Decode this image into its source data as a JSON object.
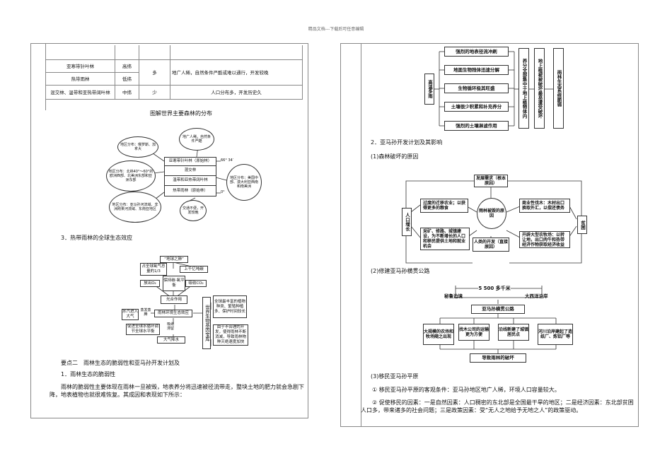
{
  "header": "精品文档---下载后可任意编辑",
  "left": {
    "table_rows": [
      [
        "亚寒带针叶林",
        "高纬",
        "多",
        "地广人稀，自然条件严酷或难以通行，开发较晚"
      ],
      [
        "热带雨林",
        "低纬",
        "",
        ""
      ],
      [
        "混交林、温带和亚热带阔叶林",
        "中纬",
        "少",
        "人口分布多，开发历史久"
      ]
    ],
    "diagram1_title": "图解世界主要森林的分布",
    "d1": {
      "oval_top_left": "地区分布：俄罗斯、加拿大",
      "oval_top_right": "地广人稀，自然条件严酷",
      "oval_left": "地区分布：北纬40°～60°的欧洲西部、北美洲东部和亚洲东部",
      "oval_bottom_left": "地区分布：亚马孙河流域、非洲刚果河流域、东南亚地区",
      "oval_bottom_mid": "交通不便，开发较晚",
      "oval_right": "地区分布：美国中部、澳大利亚西南和南美洲",
      "rows": [
        "亚寒带针叶林（原始林）",
        "混交林",
        "温带和亚热带阔叶林",
        "热带雨林（原始林）"
      ],
      "lat_top": "66° 34′",
      "lat_bottom": "0°"
    },
    "section3": "3．热带雨林的全球生态效应",
    "d2": {
      "lung": "“地球之肺”",
      "oxygen": "占全球氧气总量的1/3",
      "tons": "上千亿吨碳",
      "balance": "保持碳-氧平衡",
      "release": "放出O₂",
      "absorb": "吸收CO₂",
      "photo": "光合作用",
      "vapor": "水汽进入大气",
      "evap": "蒸发蒸腾",
      "cycle": "雨林环境生态效应",
      "species": "全球最丰富的植物种类、繁殖种植多、保护时间较长",
      "water": "促进全球水循环调节全球水平衡",
      "absorb2": "吸纳滞留",
      "rain": "大气降水",
      "gene": "世界生物基因宝库",
      "danger": "由于不合理的开发，使得雨林不断消减，导致雨林物种灭绝速度加快"
    },
    "point2": "要点二　雨林生态的脆弱性和亚马孙开发计划及",
    "sub1": "1．雨林生态的脆弱性",
    "para": "雨林的脆弱性主要体现在雨林一旦被毁，地表养分将迅速被径流带走，整块土地的肥力就会急剧下降，地表植物也就很难恢复。其成因和表现如下所示："
  },
  "right": {
    "top": {
      "left_v": "高温多雨",
      "items": [
        "强烈的地表径流冲刷",
        "地面生物残体迅速分解",
        "生物循环极其旺盛",
        "土壤很少积累和补充养分",
        "强烈的土壤淋滤作用"
      ],
      "v1": "养分全部集中于地上植物体内",
      "v2": "地上植被被破坏最易遭受破坏",
      "v3": "雨林生态系统脆弱"
    },
    "sec2": "2．亚马孙开发计划及其影响",
    "sub1": "(1)森林破坏的原因",
    "d3": {
      "center": "雨林被毁的原因",
      "top": "发展需求（根本原因）",
      "left_v": "人口增长",
      "right_v": "贫困",
      "box_l1": "过度的迁移农业；以获得更多的粮食",
      "box_l2": "采矿、修路、城镇建设，为不断增长的人口和移民提供土地和就业机会",
      "box_r1": "商业性伐木：木材出口换取外汇，以偿还债务",
      "box_r2": "开辟大型农牧场：以转让地，出口肉牛和热带经济作物获取经济收益",
      "bottom": "人类的开发（直接原因）"
    },
    "sub2": "(2)修建亚马孙横贯公路",
    "d4": {
      "length": "5 500 多千米",
      "left_end": "秘鲁边境",
      "right_end": "大西洋沿岸",
      "road": "亚马孙横贯公路",
      "b1": "大规模的农场和牧场随之出现",
      "b2": "找木公司的运输更为方便",
      "b3": "沿线新建了城镇居民点",
      "b4": "河川沿岸建起了造纸厂、炼铝厂等",
      "result": "导致雨林的破坏"
    },
    "sub3": "(3)移民亚马孙平原",
    "p1": "① 移民亚马孙平原的客观条件：亚马孙地区地广人稀，环境人口容量较大。",
    "p2": "② 促使移民的因素：一是自然因素：人口稠密的东北部是全国最干旱的地区；二是经济因素：东北部贫困人口多，带来诸多的社会问题；三是政策因素：受“无人之地给予无地之人”的政策驱动。"
  }
}
